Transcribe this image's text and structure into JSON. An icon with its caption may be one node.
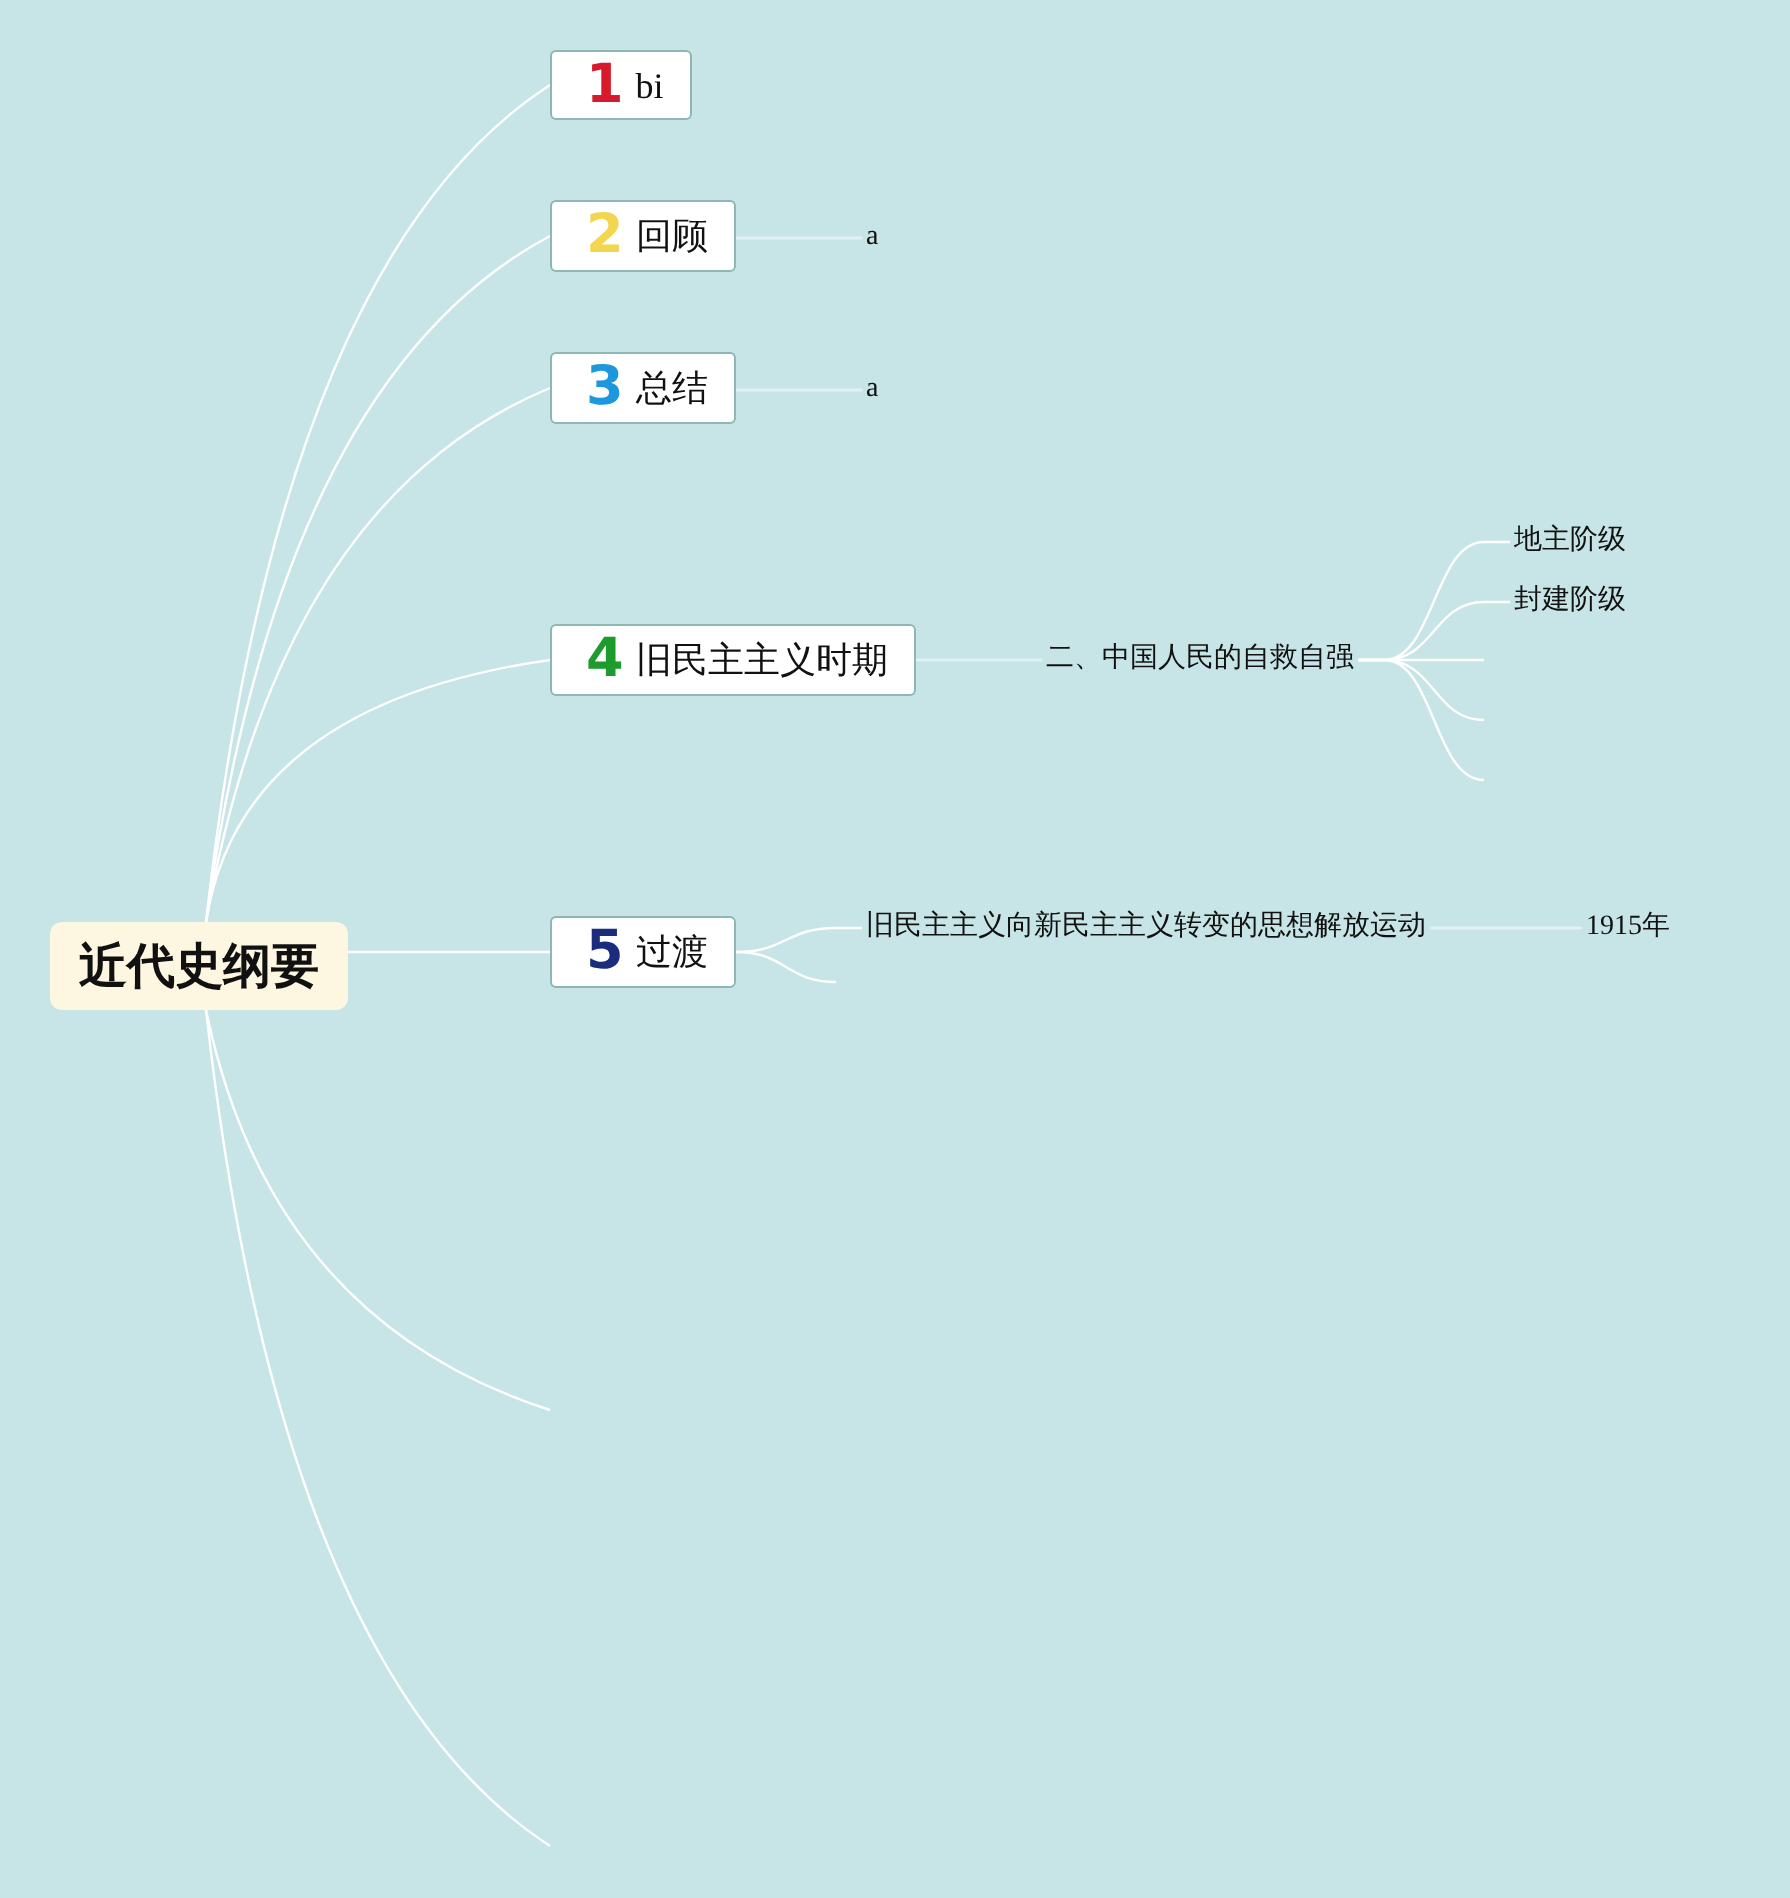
{
  "diagram": {
    "nodes": [
      {
        "text": [
          "近代史纲要"
        ]
      },
      {
        "text": [
          "1",
          "bi"
        ]
      },
      {
        "text": [
          "2",
          "回顾"
        ]
      },
      {
        "text": [
          "a"
        ]
      },
      {
        "text": [
          "3",
          "总结"
        ]
      },
      {
        "text": [
          "a"
        ]
      },
      {
        "text": [
          "4",
          "旧民主主义时期"
        ]
      },
      {
        "text": [
          "二、中国人民的自救自强"
        ]
      },
      {
        "text": [
          "地主阶级"
        ]
      },
      {
        "text": [
          "封建阶级"
        ]
      },
      {
        "text": [
          "5",
          "过渡"
        ]
      },
      {
        "text": [
          "旧民主主义向新民主主义转变的思想解放运动"
        ]
      },
      {
        "text": [
          "1915年"
        ]
      }
    ],
    "edges": [
      {
        "from": 0,
        "to": 1,
        "arrow": "none"
      },
      {
        "from": 0,
        "to": 2,
        "arrow": "none"
      },
      {
        "from": 2,
        "to": 3,
        "arrow": "none",
        "color": "#e1f0f2"
      },
      {
        "from": 0,
        "to": 4,
        "arrow": "none"
      },
      {
        "from": 4,
        "to": 5,
        "arrow": "none",
        "color": "#e1f0f2"
      },
      {
        "from": 0,
        "to": 6,
        "arrow": "none"
      },
      {
        "from": 6,
        "to": 7,
        "arrow": "none",
        "color": "#e1f0f2"
      },
      {
        "from": 7,
        "to": 8,
        "arrow": "none"
      },
      {
        "from": 7,
        "to": 9,
        "arrow": "none"
      },
      {
        "from": 7,
        "to": null,
        "arrow": "none"
      },
      {
        "from": 7,
        "to": null,
        "arrow": "none"
      },
      {
        "from": 7,
        "to": null,
        "arrow": "none"
      },
      {
        "from": 0,
        "to": 10,
        "arrow": "none"
      },
      {
        "from": 10,
        "to": 11,
        "arrow": "none"
      },
      {
        "from": 10,
        "to": null,
        "arrow": "none"
      },
      {
        "from": 11,
        "to": 12,
        "arrow": "none",
        "color": "#e1f0f2"
      },
      {
        "from": 0,
        "to": null,
        "arrow": "none"
      },
      {
        "from": 0,
        "to": null,
        "arrow": "none"
      }
    ]
  }
}
